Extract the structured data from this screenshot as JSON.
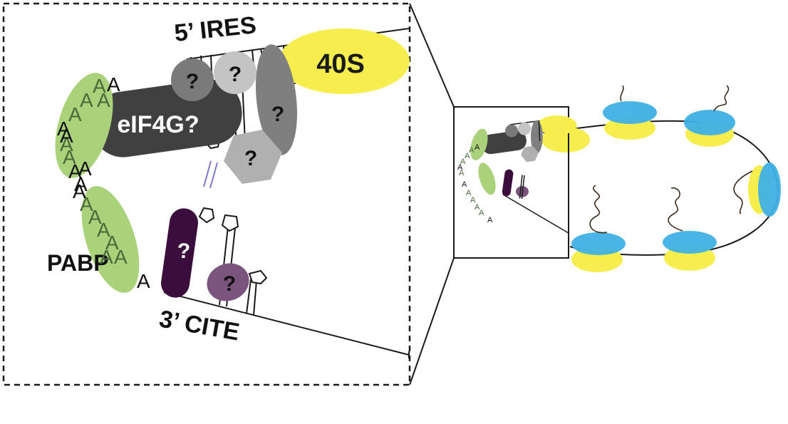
{
  "labels": {
    "ires": "5’ IRES",
    "cite": "3’ CITE",
    "ribosome_40s": "40S",
    "eif4g": "eIF4G?",
    "pabp": "PABP",
    "unknown": "?"
  },
  "poly_a": {
    "letter": "A",
    "count_large": 20,
    "count_small": 12
  },
  "colors": {
    "green": "#a9d27a",
    "yellow": "#f5ee4e",
    "blue": "#3fb0e4",
    "dark_gray": "#404040",
    "mid_gray": "#7f7f7f",
    "light_gray": "#c4c4c4",
    "dark_purple": "#3b0d3d",
    "purple": "#7a547c",
    "line": "#1a1a1a",
    "dash_link": "#7b7bd0"
  }
}
